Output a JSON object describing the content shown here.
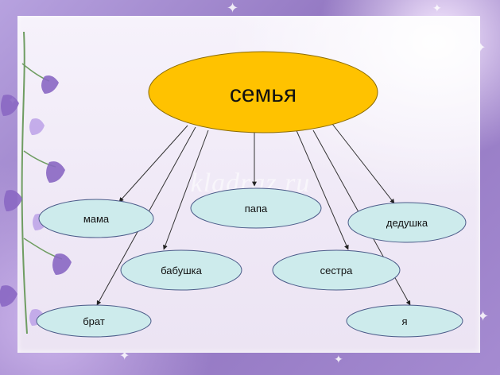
{
  "root": {
    "label": "семья",
    "color": "#ffc200"
  },
  "node_color": "#cdebec",
  "nodes": {
    "mama": "мама",
    "papa": "папа",
    "dedushka": "дедушка",
    "babushka": "бабушка",
    "sestra": "сестра",
    "brat": "брат",
    "ya": "я"
  },
  "watermark": "kladraz.ru",
  "icons": {
    "flowers": "bellflower-decoration",
    "sparkles": "sparkle-icon"
  }
}
